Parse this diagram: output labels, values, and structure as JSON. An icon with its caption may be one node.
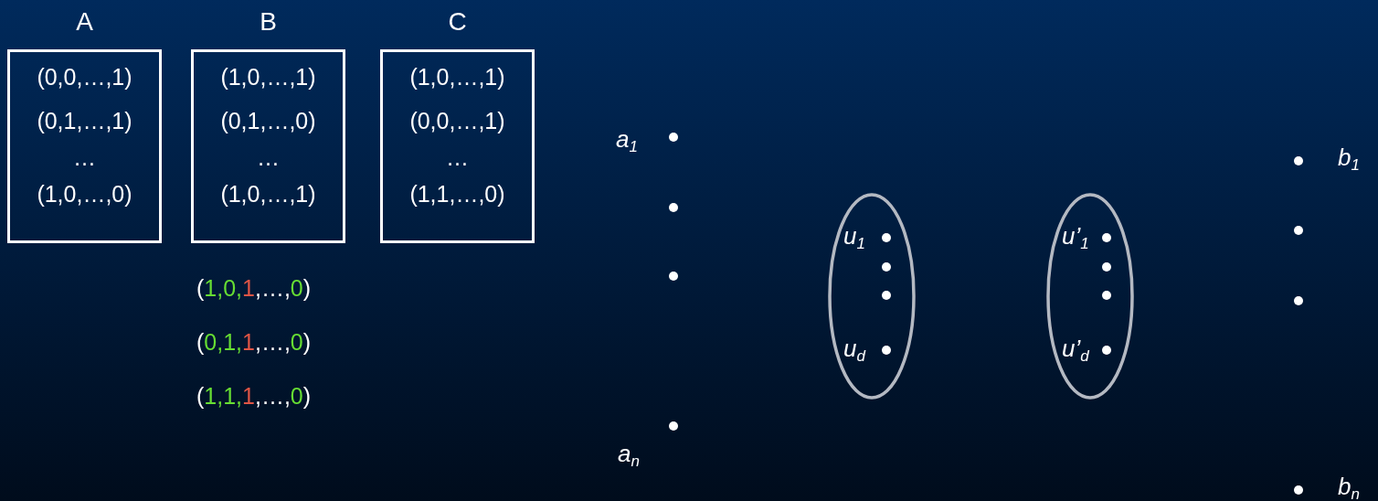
{
  "diagram": {
    "nodes": [
      {
        "text": [
          "A",
          "(0,0,…,1)",
          "(0,1,…,1)",
          "…",
          "(1,0,…,0)"
        ]
      },
      {
        "text": [
          "B",
          "(1,0,…,1)",
          "(0,1,…,0)",
          "…",
          "(1,0,…,1)"
        ]
      },
      {
        "text": [
          "C",
          "(1,0,…,1)",
          "(0,0,…,1)",
          "…",
          "(1,1,…,0)"
        ]
      },
      {
        "text": [],
        "shape": "circle",
        "beside": [
          "a$_{1}$"
        ]
      },
      {
        "text": [],
        "shape": "circle"
      },
      {
        "text": [],
        "shape": "circle"
      },
      {
        "text": [],
        "shape": "circle",
        "beside": [
          "a$_{n}$"
        ]
      },
      {
        "text": [],
        "shape": "ellipse"
      },
      {
        "text": [],
        "shape": "circle",
        "in": 7,
        "beside": [
          "u$_{1}$"
        ]
      },
      {
        "text": [],
        "shape": "circle",
        "in": 7
      },
      {
        "text": [],
        "shape": "circle",
        "in": 7
      },
      {
        "text": [],
        "shape": "circle",
        "in": 7,
        "beside": [
          "u$_{d}$"
        ]
      },
      {
        "text": [],
        "shape": "ellipse"
      },
      {
        "text": [],
        "shape": "circle",
        "in": 12,
        "beside": [
          "u’$_{1}$"
        ]
      },
      {
        "text": [],
        "shape": "circle",
        "in": 12
      },
      {
        "text": [],
        "shape": "circle",
        "in": 12
      },
      {
        "text": [],
        "shape": "circle",
        "in": 12,
        "beside": [
          "u’$_{d}$"
        ]
      },
      {
        "text": [],
        "shape": "circle",
        "beside": [
          "b$_{1}$"
        ]
      },
      {
        "text": [],
        "shape": "circle"
      },
      {
        "text": [],
        "shape": "circle"
      },
      {
        "text": [],
        "shape": "circle",
        "beside": [
          "b$_{n}$"
        ]
      }
    ],
    "edges": [],
    "labels": [
      "(1,0,1,…,0)",
      "(0,1,1,…,0)",
      "(1,1,1,…,0)"
    ]
  }
}
